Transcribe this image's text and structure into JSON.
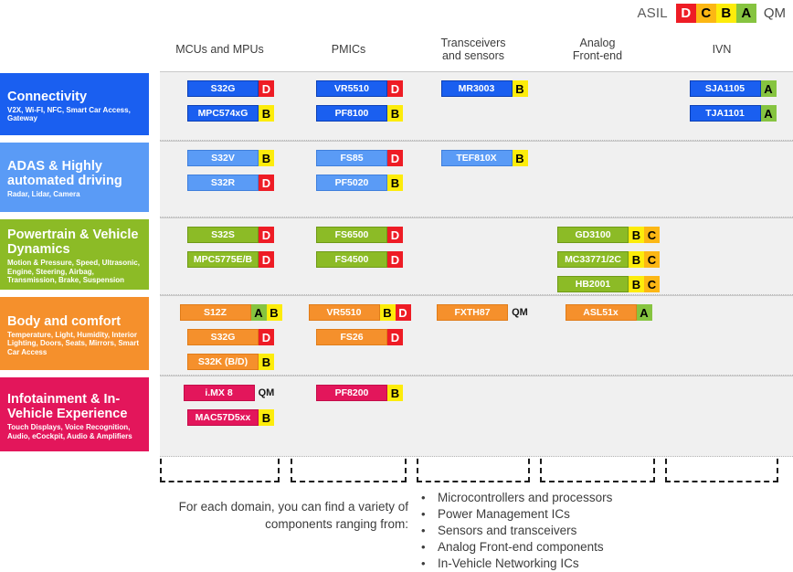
{
  "legend": {
    "label": "ASIL",
    "levels": [
      {
        "name": "D",
        "color": "#ee1c25"
      },
      {
        "name": "C",
        "color": "#fcb714"
      },
      {
        "name": "B",
        "color": "#fdec0b"
      },
      {
        "name": "A",
        "color": "#86c440"
      }
    ],
    "qm": "QM"
  },
  "columns": [
    {
      "id": "mcu",
      "label": "MCUs and MPUs"
    },
    {
      "id": "pmic",
      "label": "PMICs"
    },
    {
      "id": "trx",
      "label": "Transceivers\nand sensors"
    },
    {
      "id": "afe",
      "label": "Analog\nFront-end"
    },
    {
      "id": "ivn",
      "label": "IVN"
    }
  ],
  "rows": [
    {
      "id": "connectivity",
      "title": "Connectivity",
      "subtitle": "V2X, Wi-FI, NFC, Smart Car Access, Gateway",
      "color": "#1a5ff0",
      "cells": {
        "mcu": [
          {
            "name": "S32G",
            "badges": [
              "D"
            ]
          },
          {
            "name": "MPC574xG",
            "badges": [
              "B"
            ]
          }
        ],
        "pmic": [
          {
            "name": "VR5510",
            "badges": [
              "D"
            ]
          },
          {
            "name": "PF8100",
            "badges": [
              "B"
            ]
          }
        ],
        "trx": [
          {
            "name": "MR3003",
            "badges": [
              "B"
            ]
          }
        ],
        "afe": [],
        "ivn": [
          {
            "name": "SJA1105",
            "badges": [
              "A"
            ]
          },
          {
            "name": "TJA1101",
            "badges": [
              "A"
            ]
          }
        ]
      }
    },
    {
      "id": "adas",
      "title": "ADAS & Highly automated driving",
      "subtitle": "Radar, Lidar, Camera",
      "color": "#5a9bf6",
      "cells": {
        "mcu": [
          {
            "name": "S32V",
            "badges": [
              "B"
            ]
          },
          {
            "name": "S32R",
            "badges": [
              "D"
            ]
          }
        ],
        "pmic": [
          {
            "name": "FS85",
            "badges": [
              "D"
            ]
          },
          {
            "name": "PF5020",
            "badges": [
              "B"
            ]
          }
        ],
        "trx": [
          {
            "name": "TEF810X",
            "badges": [
              "B"
            ]
          }
        ],
        "afe": [],
        "ivn": []
      }
    },
    {
      "id": "powertrain",
      "title": "Powertrain & Vehicle Dynamics",
      "subtitle": "Motion & Pressure, Speed, Ultrasonic, Engine, Steering, Airbag, Transmission, Brake, Suspension",
      "color": "#8cbb26",
      "cells": {
        "mcu": [
          {
            "name": "S32S",
            "badges": [
              "D"
            ]
          },
          {
            "name": "MPC5775E/B",
            "badges": [
              "D"
            ]
          }
        ],
        "pmic": [
          {
            "name": "FS6500",
            "badges": [
              "D"
            ]
          },
          {
            "name": "FS4500",
            "badges": [
              "D"
            ]
          }
        ],
        "trx": [],
        "afe": [
          {
            "name": "GD3100",
            "badges": [
              "B",
              "C"
            ]
          },
          {
            "name": "MC33771/2C",
            "badges": [
              "B",
              "C"
            ]
          },
          {
            "name": "HB2001",
            "badges": [
              "B",
              "C"
            ]
          }
        ],
        "ivn": []
      }
    },
    {
      "id": "body",
      "title": "Body and comfort",
      "subtitle": "Temperature, Light, Humidity, Interior Lighting, Doors, Seats, Mirrors, Smart Car Access",
      "color": "#f5902c",
      "cells": {
        "mcu": [
          {
            "name": "S12Z",
            "badges": [
              "A",
              "B"
            ]
          },
          {
            "name": "S32G",
            "badges": [
              "D"
            ]
          },
          {
            "name": "S32K (B/D)",
            "badges": [
              "B"
            ]
          }
        ],
        "pmic": [
          {
            "name": "VR5510",
            "badges": [
              "B",
              "D"
            ]
          },
          {
            "name": "FS26",
            "badges": [
              "D"
            ]
          }
        ],
        "trx": [
          {
            "name": "FXTH87",
            "badges": [
              "QM"
            ]
          }
        ],
        "afe": [
          {
            "name": "ASL51x",
            "badges": [
              "A"
            ]
          }
        ],
        "ivn": []
      }
    },
    {
      "id": "infotainment",
      "title": "Infotainment & In-Vehicle Experience",
      "subtitle": "Touch Displays, Voice Recognition, Audio, eCockpit, Audio & Amplifiers",
      "color": "#e3165b",
      "cells": {
        "mcu": [
          {
            "name": "i.MX 8",
            "badges": [
              "QM"
            ]
          },
          {
            "name": "MAC57D5xx",
            "badges": [
              "B"
            ]
          }
        ],
        "pmic": [
          {
            "name": "PF8200",
            "badges": [
              "B"
            ]
          }
        ],
        "trx": [],
        "afe": [],
        "ivn": []
      }
    }
  ],
  "footer": {
    "lead": "For each domain, you can find a variety of components ranging from:",
    "bullet": "•",
    "items": [
      "Microcontrollers and processors",
      "Power Management ICs",
      "Sensors and transceivers",
      "Analog Front-end components",
      "In-Vehicle Networking ICs"
    ]
  }
}
